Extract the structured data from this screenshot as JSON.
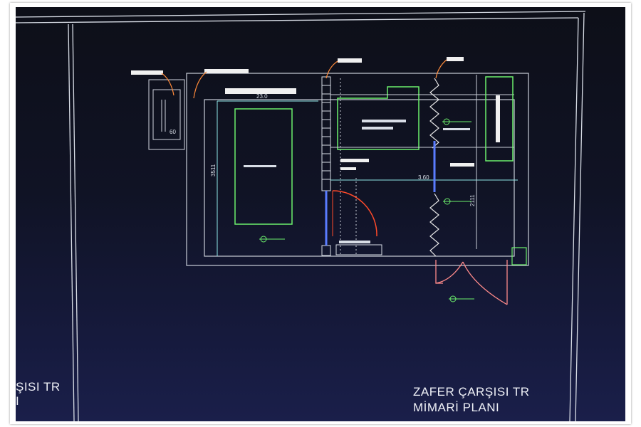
{
  "title_block_left": {
    "line1": "ŞISI TR",
    "line2": "I"
  },
  "title_block_right": {
    "line1": "ZAFER ÇARŞISI TR",
    "line2": "MİMARİ PLANI"
  },
  "dimensions": {
    "top_width": "23.0",
    "left_height": "3511",
    "small_box": "60",
    "mid_span": "3.60",
    "right_height": "2111"
  },
  "colors": {
    "background": "#0f1222",
    "wall_lines": "#d8dde6",
    "room_outline": "#6cf06c",
    "door_arc": "#ff4a2a",
    "leader": "#ff8a3a",
    "label_bar": "#f0f0f0",
    "partition": "#5a7cff"
  },
  "icons": [
    "level-marker-icon",
    "door-swing-icon",
    "zigzag-wall-icon"
  ]
}
